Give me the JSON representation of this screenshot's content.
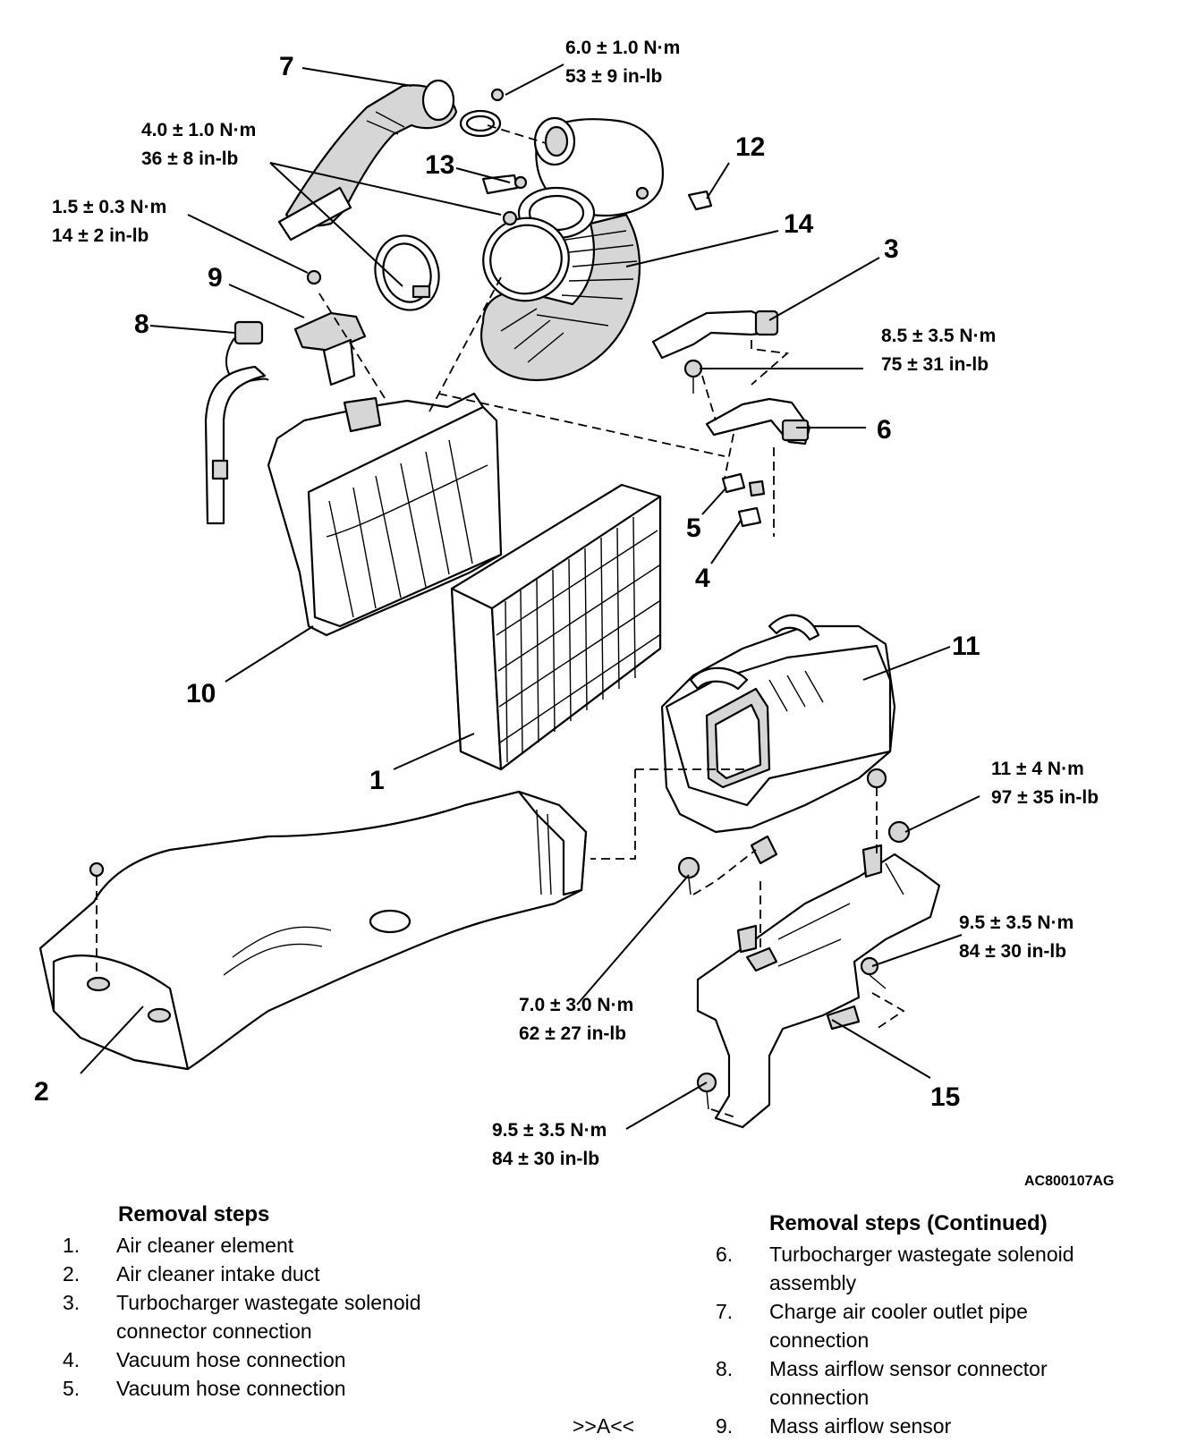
{
  "figure_code": "AC800107AG",
  "callouts": [
    "1",
    "2",
    "3",
    "4",
    "5",
    "6",
    "7",
    "8",
    "9",
    "10",
    "11",
    "12",
    "13",
    "14",
    "15"
  ],
  "torque_specs": [
    {
      "nm": "6.0 ± 1.0 N·m",
      "inlb": "53 ± 9 in-lb"
    },
    {
      "nm": "4.0 ± 1.0 N·m",
      "inlb": "36 ± 8 in-lb"
    },
    {
      "nm": "1.5 ± 0.3 N·m",
      "inlb": "14 ± 2 in-lb"
    },
    {
      "nm": "8.5 ± 3.5 N·m",
      "inlb": "75 ± 31 in-lb"
    },
    {
      "nm": "11 ± 4 N·m",
      "inlb": "97 ± 35 in-lb"
    },
    {
      "nm": "9.5 ± 3.5 N·m",
      "inlb": "84 ± 30 in-lb"
    },
    {
      "nm": "7.0 ± 3.0 N·m",
      "inlb": "62 ± 27 in-lb"
    },
    {
      "nm": "9.5 ± 3.5 N·m",
      "inlb": "84 ± 30 in-lb"
    }
  ],
  "removal_steps": {
    "title": "Removal steps",
    "items": [
      {
        "num": "1.",
        "text": "Air cleaner element"
      },
      {
        "num": "2.",
        "text": "Air cleaner intake duct"
      },
      {
        "num": "3.",
        "text": "Turbocharger wastegate solenoid connector connection"
      },
      {
        "num": "4.",
        "text": "Vacuum hose connection"
      },
      {
        "num": "5.",
        "text": "Vacuum hose connection"
      }
    ]
  },
  "removal_steps_continued": {
    "title": "Removal steps (Continued)",
    "items": [
      {
        "num": "6.",
        "prefix": "",
        "text": "Turbocharger wastegate solenoid assembly"
      },
      {
        "num": "7.",
        "prefix": "",
        "text": "Charge air cooler outlet pipe connection"
      },
      {
        "num": "8.",
        "prefix": "",
        "text": "Mass airflow sensor connector connection"
      },
      {
        "num": "9.",
        "prefix": ">>A<<",
        "text": "Mass airflow sensor"
      }
    ]
  }
}
